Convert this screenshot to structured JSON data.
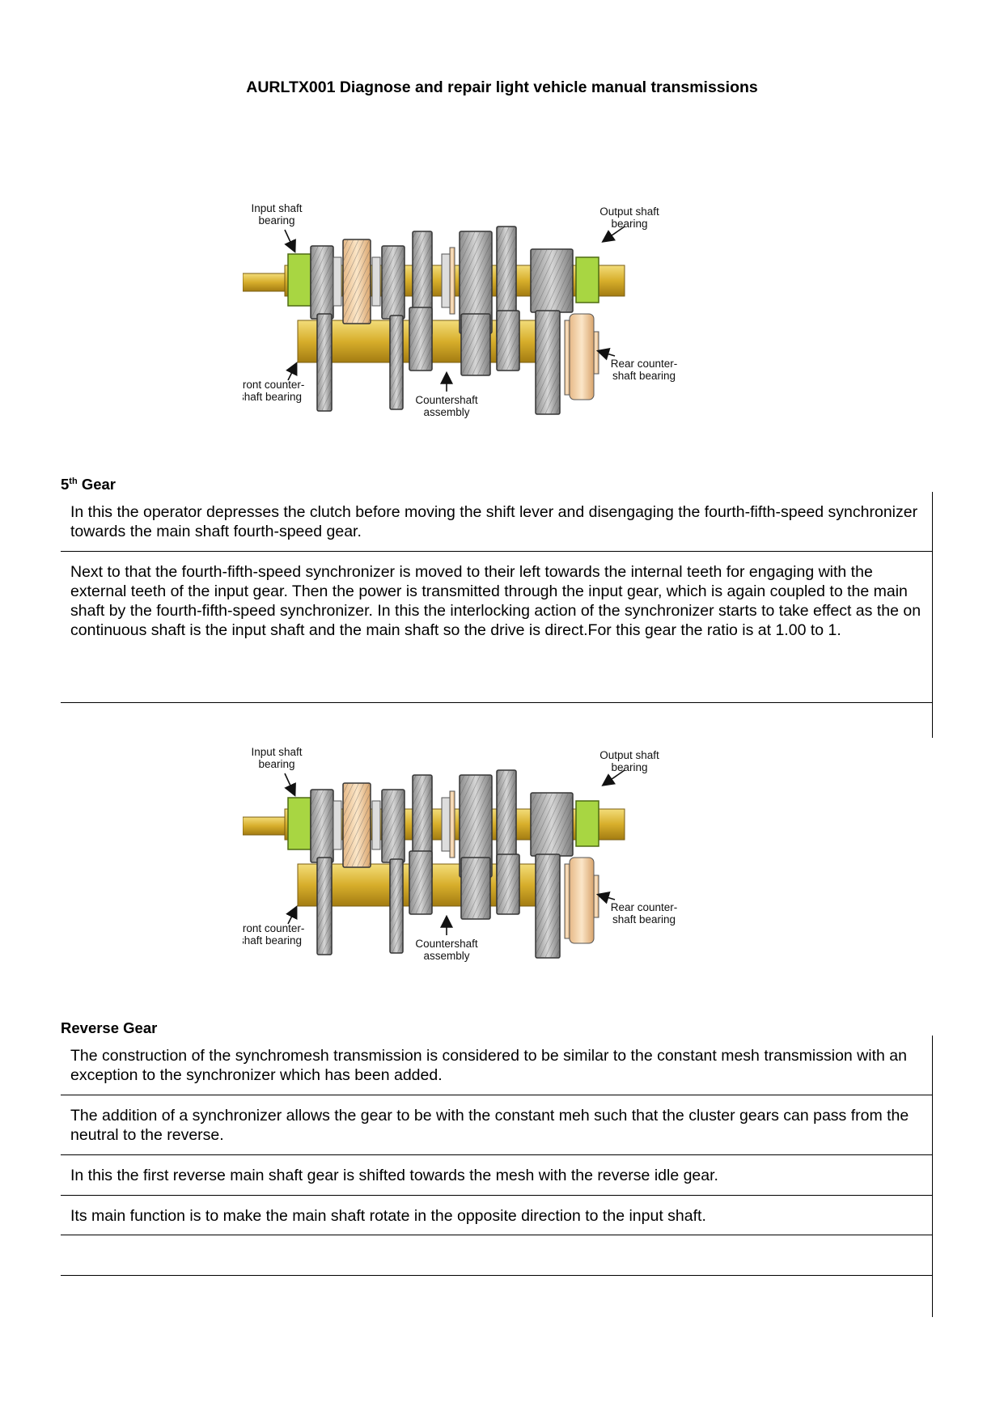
{
  "header": {
    "title": "AURLTX001 Diagnose and repair light vehicle manual transmissions"
  },
  "figures": [
    {
      "labels": {
        "input_bearing": [
          "Input shaft",
          "bearing"
        ],
        "output_bearing": [
          "Output shaft",
          "bearing"
        ],
        "rear_bearing": [
          "Rear counter-",
          "shaft bearing"
        ],
        "front_bearing": [
          "Front counter-",
          "shaft bearing"
        ],
        "countershaft": [
          "Countershaft",
          "assembly"
        ]
      }
    },
    {
      "labels": {
        "input_bearing": [
          "Input shaft",
          "bearing"
        ],
        "output_bearing": [
          "Output shaft",
          "bearing"
        ],
        "rear_bearing": [
          "Rear counter-",
          "shaft bearing"
        ],
        "front_bearing": [
          "Front counter-",
          "shaft bearing"
        ],
        "countershaft": [
          "Countershaft",
          "assembly"
        ]
      }
    }
  ],
  "sections": [
    {
      "heading": {
        "prefix": "5",
        "sup": "th",
        "suffix": " Gear"
      },
      "rows": [
        "In this the operator depresses the clutch before moving the shift lever and disengaging the fourth-fifth-speed synchronizer towards the main shaft fourth-speed gear.",
        "Next to that the fourth-fifth-speed synchronizer is moved to their left towards the internal teeth for engaging with the external teeth of the input gear. Then the power is transmitted through the input gear, which is again coupled to the main shaft by the fourth-fifth-speed synchronizer. In this the interlocking action of the synchronizer starts to take effect as the on continuous shaft is the input shaft and the main shaft so the drive is direct.For this gear the ratio is at 1.00 to 1."
      ]
    },
    {
      "heading": {
        "text": "Reverse Gear"
      },
      "rows": [
        "The construction of the synchromesh transmission is considered to be similar to the constant mesh transmission with an exception to the synchronizer which has been added.",
        "The addition of a synchronizer allows the gear to be with the constant meh such that the cluster gears can pass from the neutral to the reverse.",
        "In this the first reverse main shaft gear is shifted towards the mesh with the reverse idle gear.",
        "Its main function is to make the main shaft rotate in the opposite direction to the input shaft.",
        ""
      ]
    }
  ]
}
